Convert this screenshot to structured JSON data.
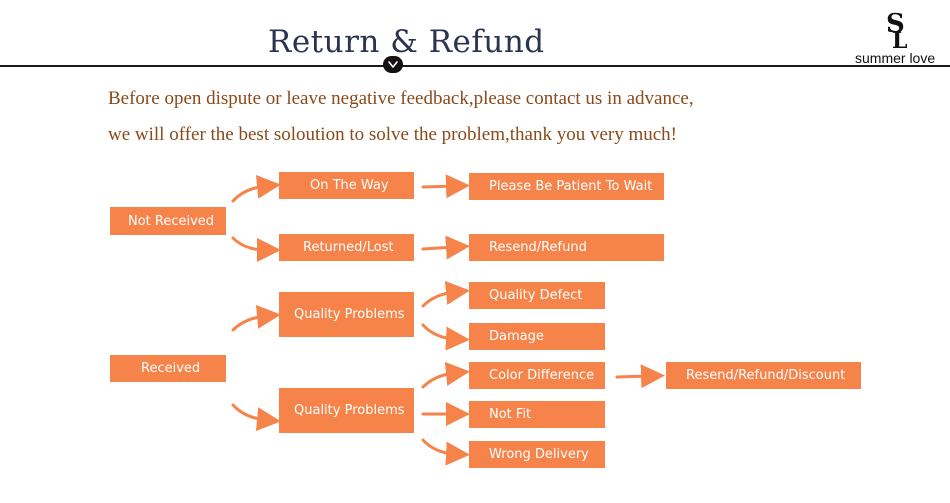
{
  "header": {
    "title": "Return & Refund",
    "logo_text": "summer love"
  },
  "intro": {
    "line1": "Before open dispute or leave negative feedback,please contact us in advance,",
    "line2": "we will offer the best soloution to solve the problem,thank you very much!"
  },
  "flow": {
    "not_received": "Not Received",
    "on_the_way": "On The Way",
    "patient": "Please Be Patient To Wait",
    "returned_lost": "Returned/Lost",
    "resend_refund": "Resend/Refund",
    "received": "Received",
    "quality_problems_1": "Quality Problems",
    "quality_defect": "Quality Defect",
    "damage": "Damage",
    "quality_problems_2": "Quality Problems",
    "color_difference": "Color Difference",
    "resend_refund_discount": "Resend/Refund/Discount",
    "not_fit": "Not Fit",
    "wrong_delivery": "Wrong Delivery"
  },
  "colors": {
    "box": "#f5834a",
    "intro_text": "#8a4a1a",
    "title": "#2a3350"
  },
  "icons": {
    "chevron": "chevron-down-icon",
    "arrow": "arrow-right-icon",
    "logo": "sl-monogram-icon"
  }
}
